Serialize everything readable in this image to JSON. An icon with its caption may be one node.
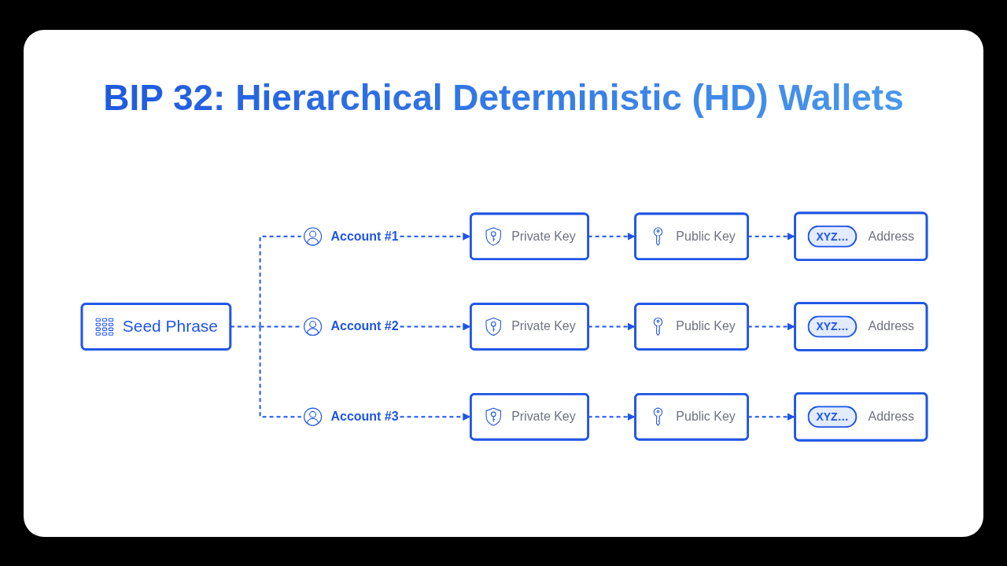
{
  "diagram": {
    "title": "BIP 32: Hierarchical Deterministic (HD) Wallets",
    "nodes": [
      {
        "text": [
          "Seed Phrase"
        ]
      },
      {
        "text": [
          "Account #1"
        ]
      },
      {
        "text": [
          "Private Key"
        ]
      },
      {
        "text": [
          "Public Key"
        ]
      },
      {
        "text": [
          "XYZ…",
          "Address"
        ]
      },
      {
        "text": [
          "Account #2"
        ]
      },
      {
        "text": [
          "Private Key"
        ]
      },
      {
        "text": [
          "Public Key"
        ]
      },
      {
        "text": [
          "XYZ…",
          "Address"
        ]
      },
      {
        "text": [
          "Account #3"
        ]
      },
      {
        "text": [
          "Private Key"
        ]
      },
      {
        "text": [
          "Public Key"
        ]
      },
      {
        "text": [
          "XYZ…",
          "Address"
        ]
      }
    ],
    "edges": [
      {
        "from": 0,
        "to": 1,
        "arrow": "none",
        "style": "dashed"
      },
      {
        "from": 1,
        "to": 2,
        "arrow": "to",
        "style": "dashed"
      },
      {
        "from": 2,
        "to": 3,
        "arrow": "to",
        "style": "dashed"
      },
      {
        "from": 3,
        "to": 4,
        "arrow": "to",
        "style": "dashed"
      },
      {
        "from": 0,
        "to": 5,
        "arrow": "none",
        "style": "dashed"
      },
      {
        "from": 5,
        "to": 6,
        "arrow": "to",
        "style": "dashed"
      },
      {
        "from": 6,
        "to": 7,
        "arrow": "to",
        "style": "dashed"
      },
      {
        "from": 7,
        "to": 8,
        "arrow": "to",
        "style": "dashed"
      },
      {
        "from": 0,
        "to": 9,
        "arrow": "none",
        "style": "dashed"
      },
      {
        "from": 9,
        "to": 10,
        "arrow": "to",
        "style": "dashed"
      },
      {
        "from": 10,
        "to": 11,
        "arrow": "to",
        "style": "dashed"
      },
      {
        "from": 11,
        "to": 12,
        "arrow": "to",
        "style": "dashed"
      }
    ]
  }
}
